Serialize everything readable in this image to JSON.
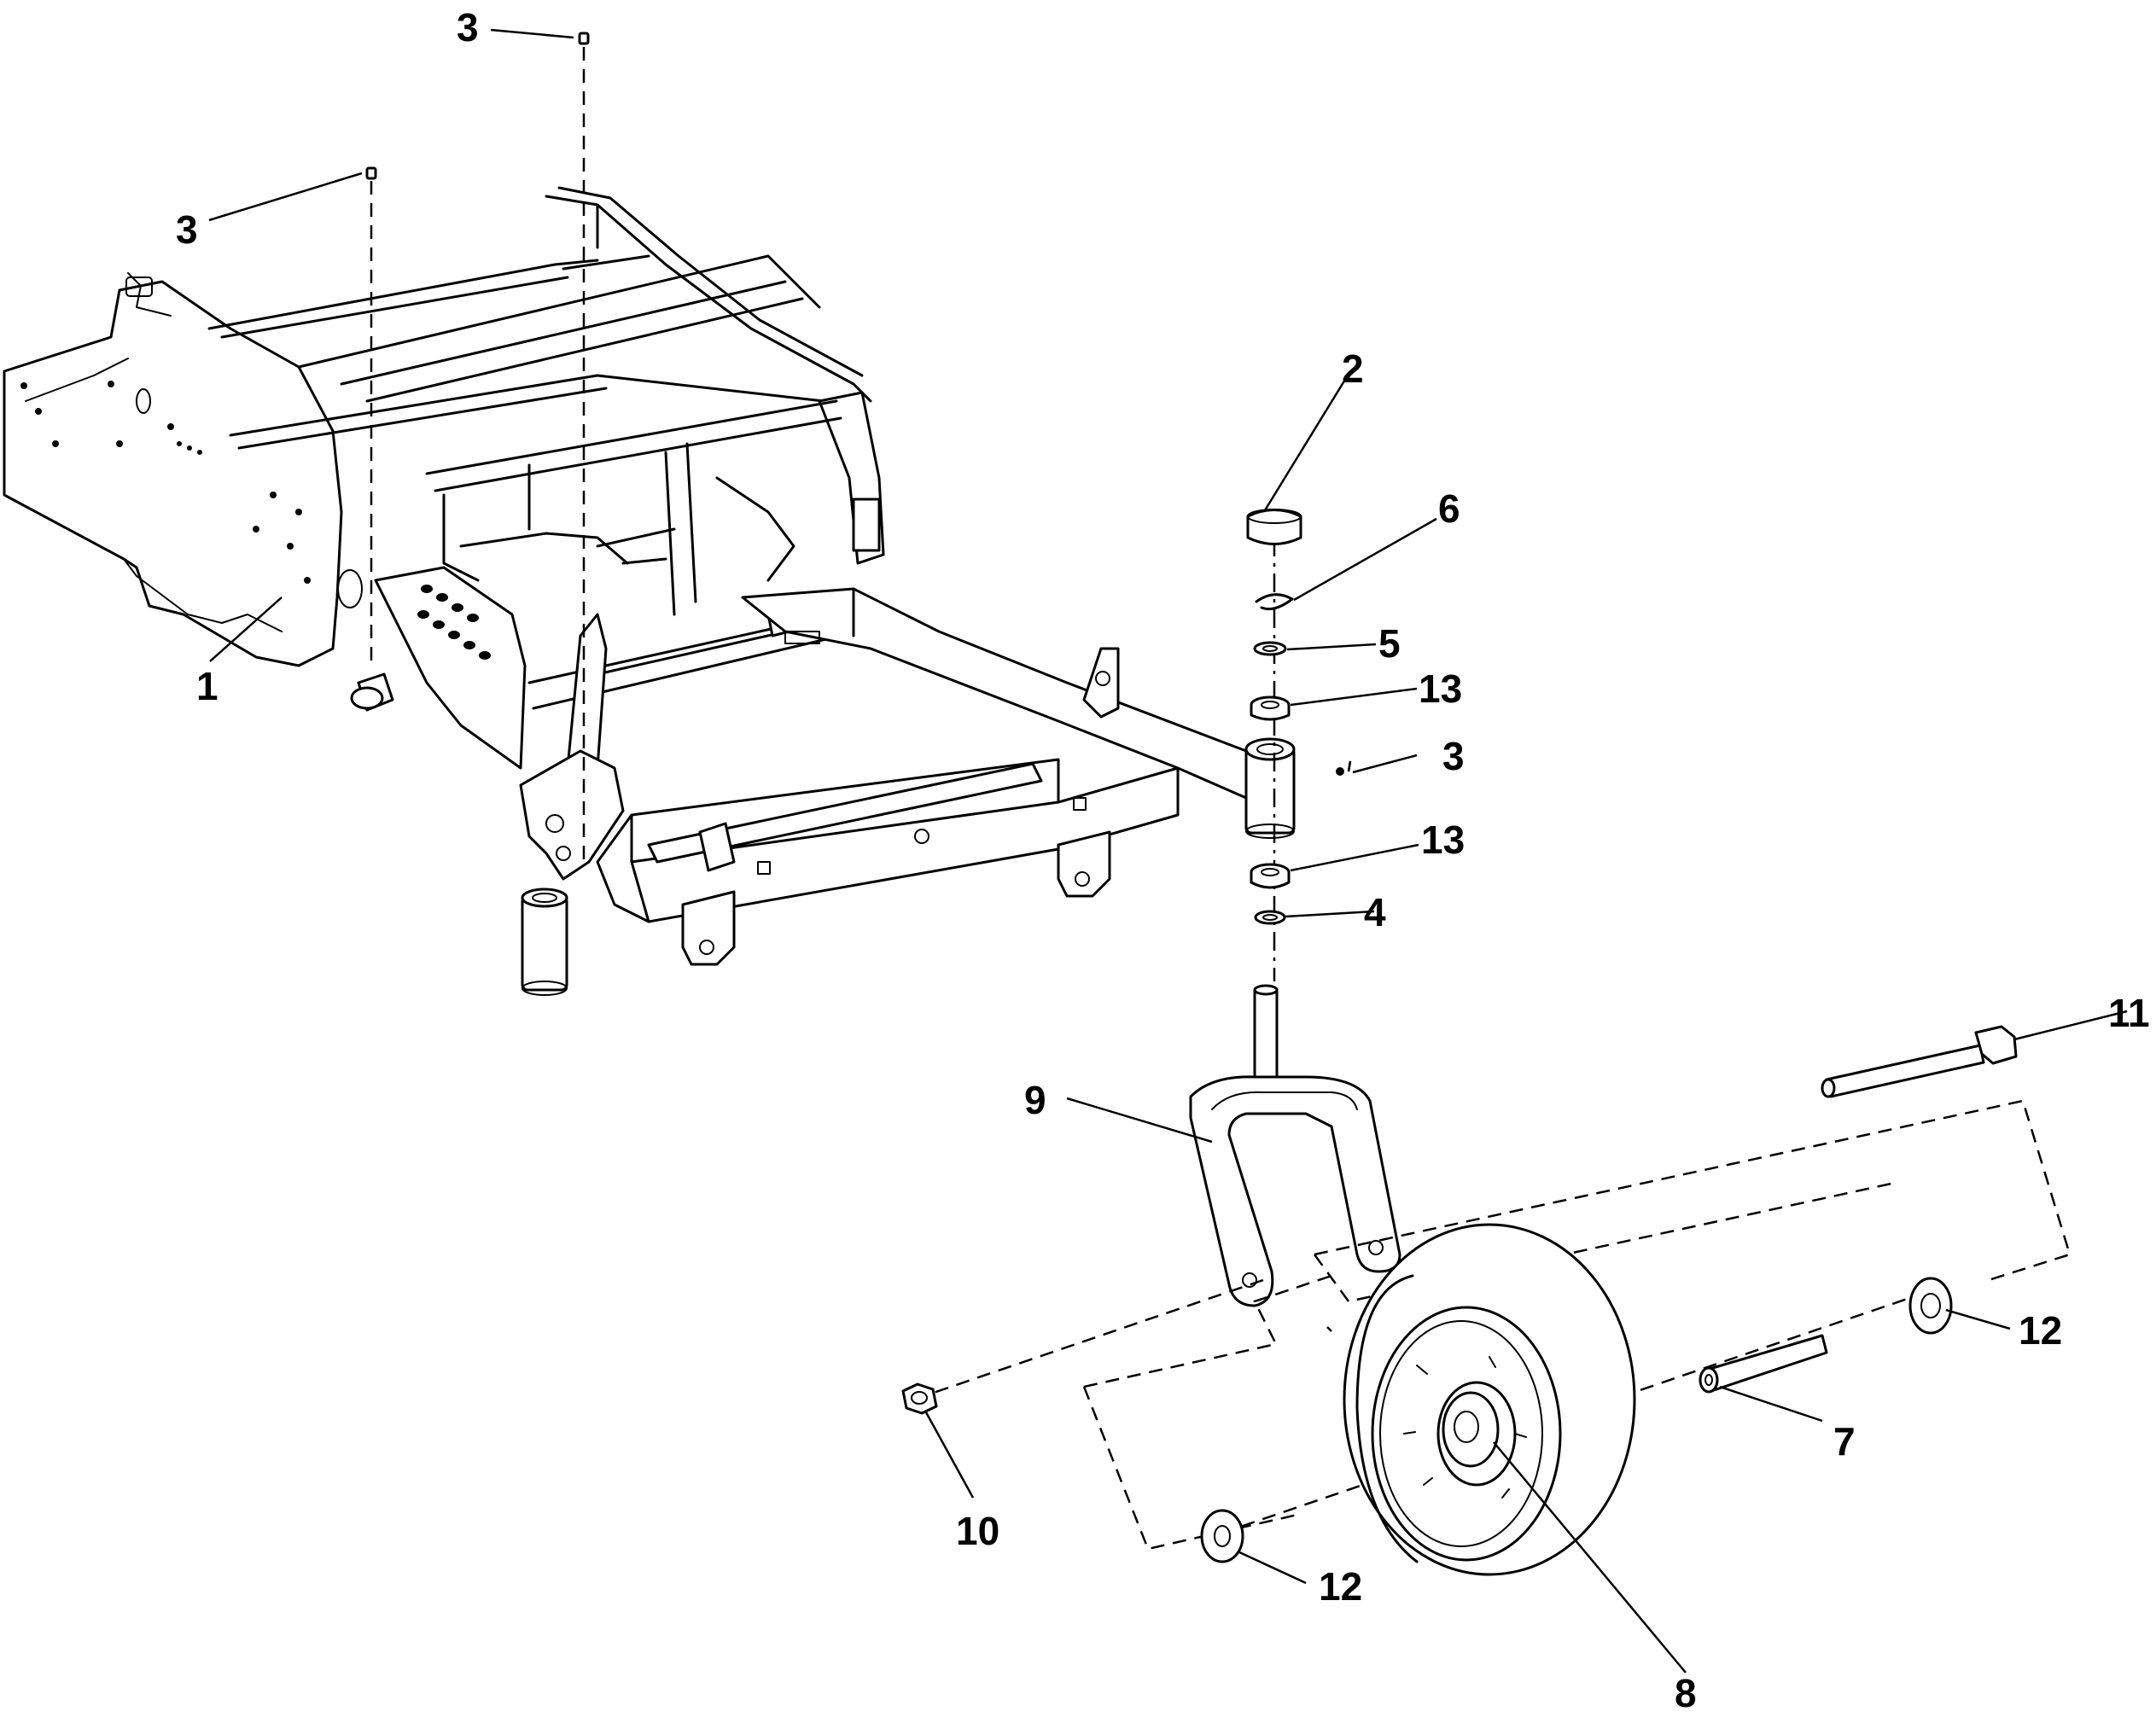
{
  "callouts": [
    {
      "id": "c1",
      "label": "1"
    },
    {
      "id": "c2",
      "label": "2"
    },
    {
      "id": "c3a",
      "label": "3"
    },
    {
      "id": "c3b",
      "label": "3"
    },
    {
      "id": "c3c",
      "label": "3"
    },
    {
      "id": "c4",
      "label": "4"
    },
    {
      "id": "c5",
      "label": "5"
    },
    {
      "id": "c6",
      "label": "6"
    },
    {
      "id": "c7",
      "label": "7"
    },
    {
      "id": "c8",
      "label": "8"
    },
    {
      "id": "c9",
      "label": "9"
    },
    {
      "id": "c10",
      "label": "10"
    },
    {
      "id": "c11",
      "label": "11"
    },
    {
      "id": "c12a",
      "label": "12"
    },
    {
      "id": "c12b",
      "label": "12"
    },
    {
      "id": "c13a",
      "label": "13"
    },
    {
      "id": "c13b",
      "label": "13"
    }
  ]
}
